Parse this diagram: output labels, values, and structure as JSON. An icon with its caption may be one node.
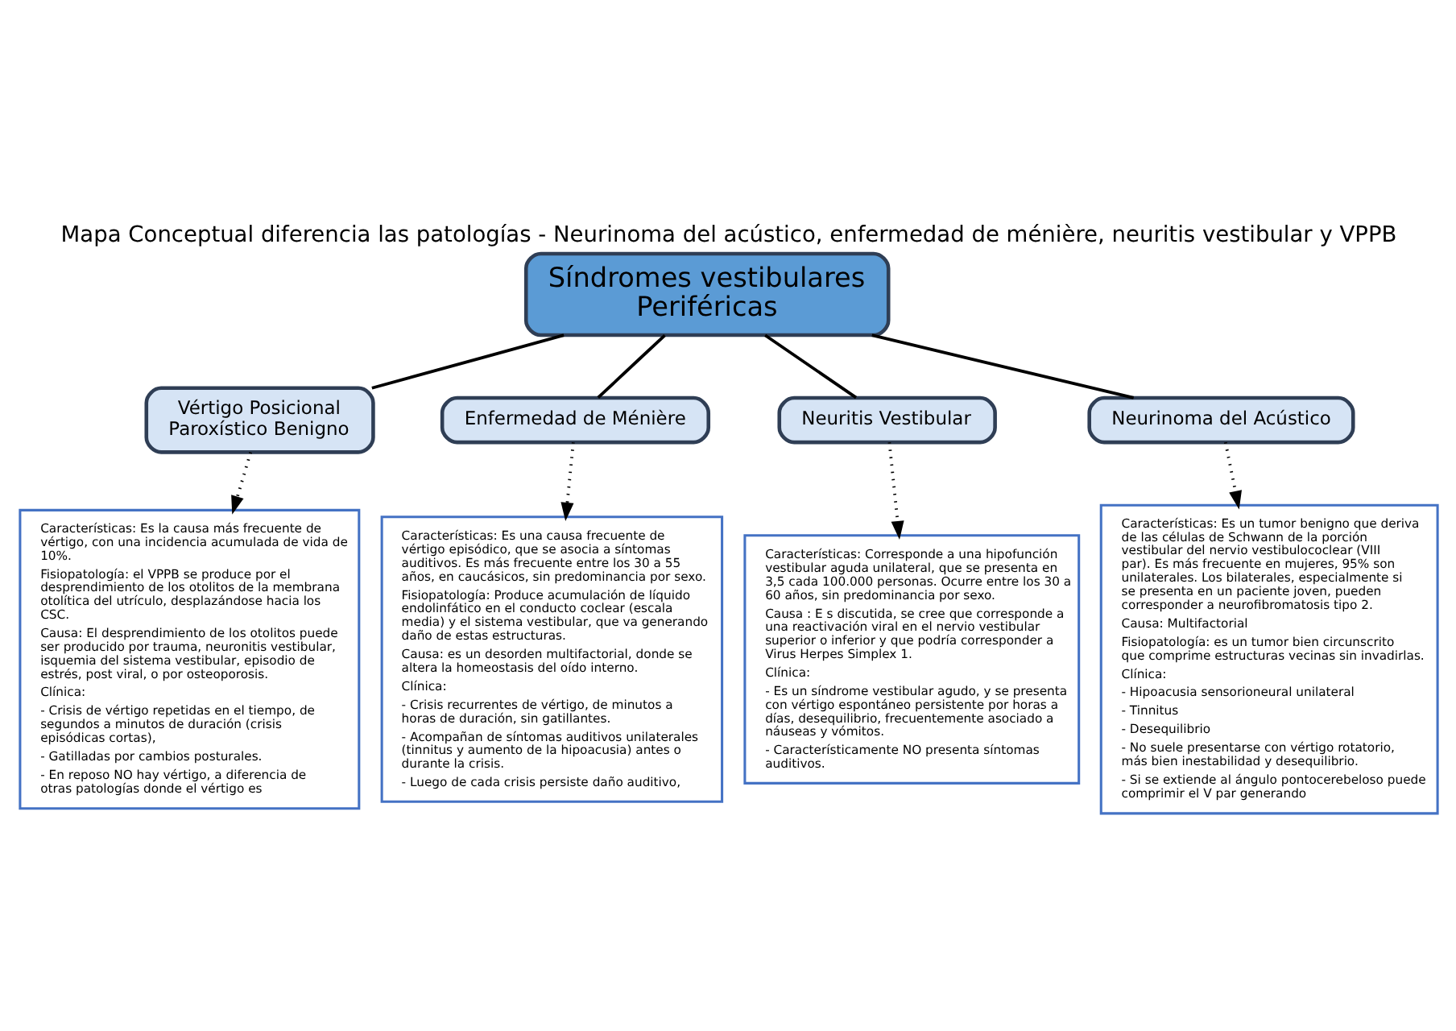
{
  "diagram": {
    "title": "Mapa Conceptual diferencia las patologías - Neurinoma del acústico, enfermedad de ménière, neuritis vestibular y VPPB",
    "nodes": [
      {
        "text": [
          "Síndromes vestibulares Periféricas"
        ]
      },
      {
        "text": [
          "Vértigo Posicional Paroxístico Benigno"
        ]
      },
      {
        "text": [
          "Enfermedad de Ménière"
        ]
      },
      {
        "text": [
          "Neuritis Vestibular"
        ]
      },
      {
        "text": [
          "Neurinoma del Acústico"
        ]
      },
      {
        "text": [
          "Características: Es la causa más frecuente de vértigo, con una incidencia acumulada de vida de 10%.",
          "Fisiopatología: el VPPB se produce por el desprendimiento de los otolitos de la membrana otolítica del utrículo, desplazándose hacia los CSC.",
          "Causa: El desprendimiento de los otolitos puede ser producido por trauma, neuronitis vestibular, isquemia del sistema vestibular, episodio de estrés, post viral, o por osteoporosis.",
          "Clínica:",
          "- Crisis de vértigo repetidas en el tiempo, de segundos a minutos de duración (crisis episódicas cortas),",
          "- Gatilladas por cambios posturales.",
          "- En reposo NO hay vértigo, a diferencia de otras patologías donde el vértigo es"
        ]
      },
      {
        "text": [
          "Características: Es una causa frecuente de vértigo episódico, que se asocia a síntomas auditivos. Es más frecuente entre los 30 a 55 años, en caucásicos, sin predominancia por sexo.",
          "Fisiopatología: Produce acumulación de líquido endolinfático en el conducto coclear (escala media) y el sistema vestibular, que va generando daño de estas estructuras.",
          "Causa: es un desorden multifactorial, donde se altera la homeostasis del oído interno.",
          "Clínica:",
          "- Crisis recurrentes de vértigo, de minutos a horas de duración, sin gatillantes.",
          "- Acompañan de síntomas auditivos unilaterales (tinnitus y aumento de la hipoacusia) antes o durante la crisis.",
          "- Luego de cada crisis persiste daño auditivo,"
        ]
      },
      {
        "text": [
          "Características: Corresponde a una hipofunción vestibular aguda unilateral, que se presenta en 3,5 cada 100.000 personas. Ocurre entre los 30 a 60 años, sin predominancia por sexo.",
          "Causa : E s discutida, se cree que corresponde a una reactivación viral en el nervio vestibular superior o inferior y que podría corresponder a Virus Herpes Simplex 1.",
          "Clínica:",
          "- Es un síndrome vestibular agudo, y se presenta con vértigo espontáneo persistente por horas a días, desequilibrio, frecuentemente asociado a náuseas y vómitos.",
          "- Característicamente NO presenta síntomas auditivos."
        ]
      },
      {
        "text": [
          "Características: Es un tumor benigno que deriva de las células de Schwann de la porción vestibular del nervio vestibulococlear (VIII par). Es más frecuente en mujeres, 95% son unilaterales. Los bilaterales, especialmente si se presenta en un paciente joven, pueden corresponder a neurofibromatosis tipo 2.",
          "Causa: Multifactorial",
          "Fisiopatología: es un tumor bien circunscrito que comprime estructuras vecinas sin invadirlas.",
          "Clínica:",
          "- Hipoacusia sensorioneural unilateral",
          "- Tinnitus",
          "- Desequilibrio",
          "- No suele presentarse con vértigo rotatorio, más bien inestabilidad y desequilibrio.",
          "- Si se extiende al ángulo pontocerebeloso puede comprimir el V par generando"
        ]
      }
    ],
    "edges": [
      {
        "from": 0,
        "to": 1,
        "arrow": "none"
      },
      {
        "from": 0,
        "to": 2,
        "arrow": "none"
      },
      {
        "from": 0,
        "to": 3,
        "arrow": "none"
      },
      {
        "from": 0,
        "to": 4,
        "arrow": "none"
      },
      {
        "from": 1,
        "to": 5,
        "arrow": "to",
        "style": "dashed"
      },
      {
        "from": 2,
        "to": 6,
        "arrow": "to",
        "style": "dashed"
      },
      {
        "from": 3,
        "to": 7,
        "arrow": "to",
        "style": "dashed"
      },
      {
        "from": 4,
        "to": 8,
        "arrow": "to",
        "style": "dashed"
      }
    ]
  }
}
